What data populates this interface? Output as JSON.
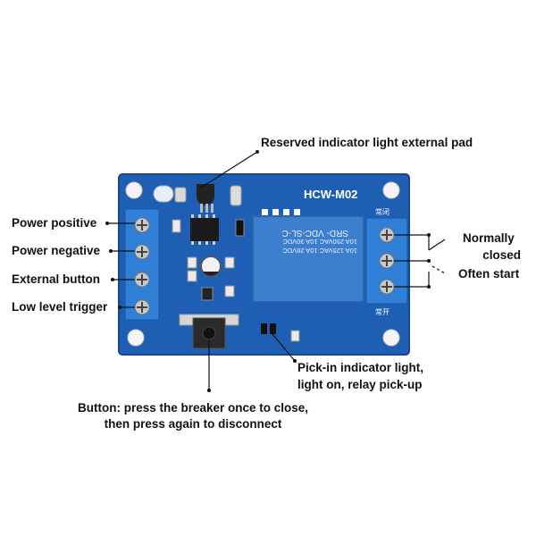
{
  "board": {
    "model": "HCW-M02",
    "relay_brand": "SRD-  VDC-SL-C",
    "relay_rating_1": "10A 250VAC  10A 30VDC",
    "relay_rating_2": "10A 125VAC  10A 28VDC",
    "nc_mark": "常闭",
    "no_mark": "常开"
  },
  "labels": {
    "reserved_pad": "Reserved indicator light external pad",
    "power_positive": "Power positive",
    "power_negative": "Power negative",
    "external_button": "External button",
    "low_level_trigger": "Low level trigger",
    "normally_closed_1": "Normally",
    "normally_closed_2": "closed",
    "often_start": "Often start",
    "pickin_1": "Pick-in indicator light,",
    "pickin_2": "light on, relay pick-up",
    "button_1": "Button: press the breaker once to close,",
    "button_2": "then press again to disconnect"
  },
  "colors": {
    "pcb": "#1e5fb4",
    "terminal": "#2f7fd6",
    "relay": "#3d7fcf",
    "leader": "#111111"
  }
}
